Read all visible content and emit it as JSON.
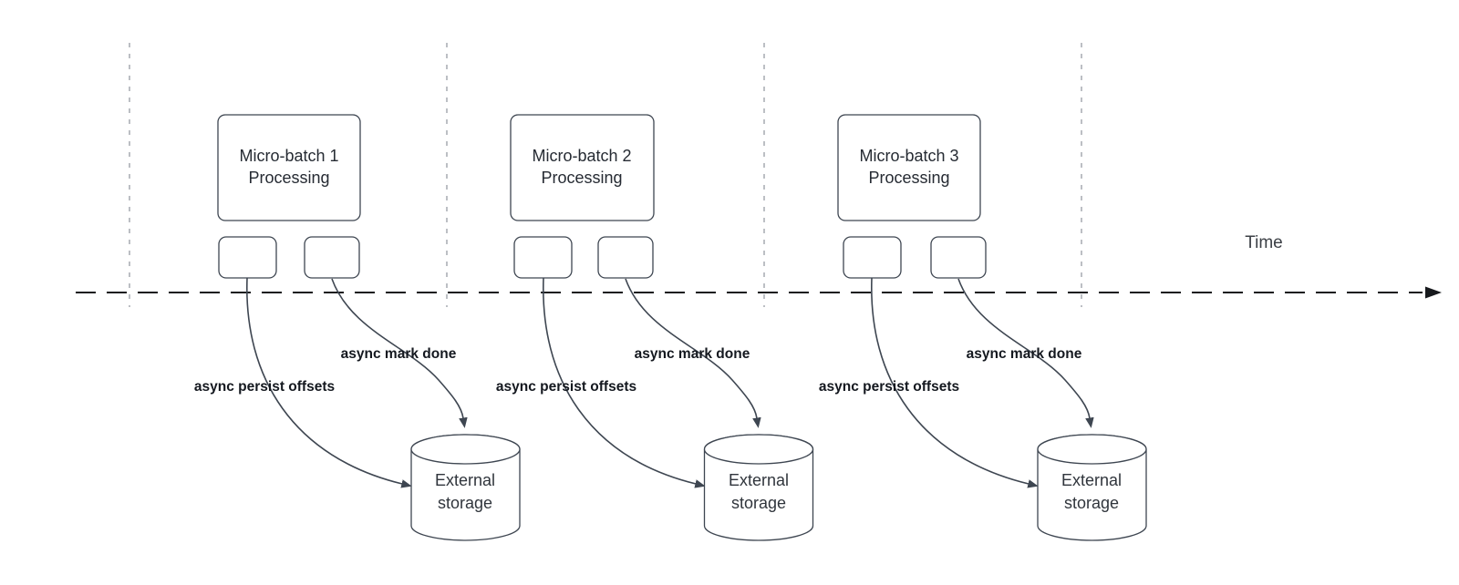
{
  "diagram": {
    "time_axis_label": "Time",
    "groups": [
      {
        "box_label_line1": "Micro-batch 1",
        "box_label_line2": "Processing",
        "persist_label": "async persist offsets",
        "mark_done_label": "async mark done",
        "storage_line1": "External",
        "storage_line2": "storage"
      },
      {
        "box_label_line1": "Micro-batch 2",
        "box_label_line2": "Processing",
        "persist_label": "async persist offsets",
        "mark_done_label": "async mark done",
        "storage_line1": "External",
        "storage_line2": "storage"
      },
      {
        "box_label_line1": "Micro-batch 3",
        "box_label_line2": "Processing",
        "persist_label": "async persist offsets",
        "mark_done_label": "async mark done",
        "storage_line1": "External",
        "storage_line2": "storage"
      }
    ],
    "colors": {
      "shape_stroke": "#3e4651",
      "gridline_gray": "#a6aab0",
      "timeline_black": "#17191d",
      "box_text": "#262b33",
      "bold_label_text": "#14181f"
    }
  }
}
